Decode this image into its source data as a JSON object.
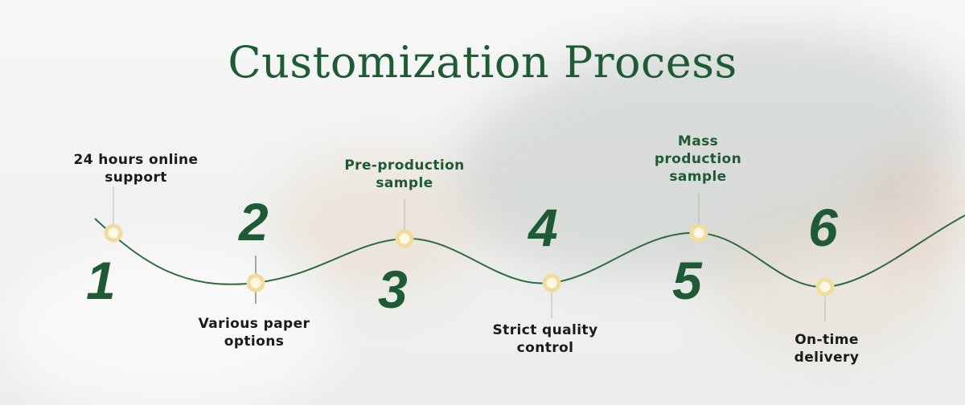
{
  "title": "Customization Process",
  "colors": {
    "brand_green": "#1e5a33",
    "node_fill": "#f4e6b2",
    "label_dark": "#1a1a1a"
  },
  "steps": [
    {
      "number": "1",
      "label_lines": [
        "24 hours online",
        "support"
      ]
    },
    {
      "number": "2",
      "label_lines": [
        "Various paper",
        "options"
      ]
    },
    {
      "number": "3",
      "label_lines": [
        "Pre-production",
        "sample"
      ]
    },
    {
      "number": "4",
      "label_lines": [
        "Strict quality",
        "control"
      ]
    },
    {
      "number": "5",
      "label_lines": [
        "Mass",
        "production",
        "sample"
      ]
    },
    {
      "number": "6",
      "label_lines": [
        "On-time",
        "delivery"
      ]
    }
  ]
}
